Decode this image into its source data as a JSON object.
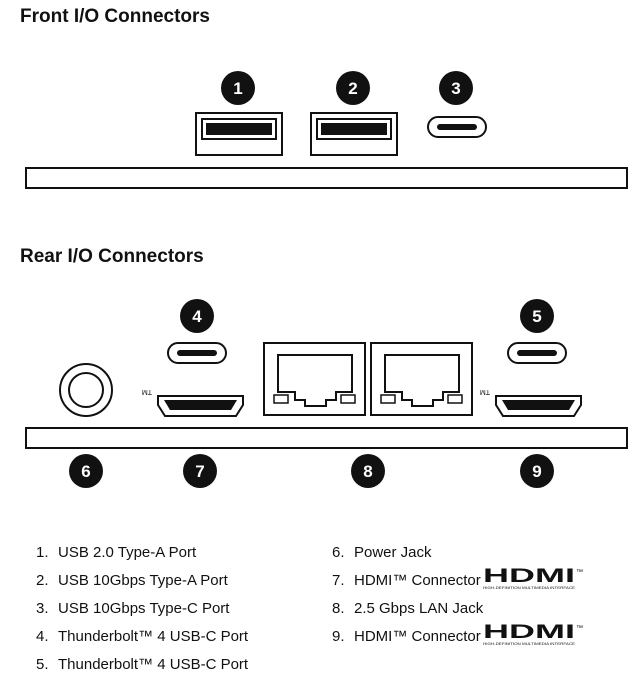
{
  "sections": {
    "front_title": "Front I/O Connectors",
    "rear_title": "Rear I/O Connectors"
  },
  "badges": {
    "front": [
      "1",
      "2",
      "3"
    ],
    "rear_top": [
      "4",
      "5"
    ],
    "rear_bottom": [
      "6",
      "7",
      "8",
      "9"
    ]
  },
  "tm_mark": "TM",
  "legend": {
    "left": [
      {
        "num": "1.",
        "label": "USB 2.0 Type-A Port"
      },
      {
        "num": "2.",
        "label": "USB 10Gbps Type-A Port"
      },
      {
        "num": "3.",
        "label": "USB 10Gbps Type-C Port"
      },
      {
        "num": "4.",
        "label": "Thunderbolt™ 4 USB-C Port"
      },
      {
        "num": "5.",
        "label": "Thunderbolt™ 4 USB-C Port"
      }
    ],
    "right": [
      {
        "num": "6.",
        "label": "Power Jack"
      },
      {
        "num": "7.",
        "label": "HDMI™ Connector"
      },
      {
        "num": "8.",
        "label": "2.5 Gbps LAN Jack"
      },
      {
        "num": "9.",
        "label": "HDMI™ Connector"
      }
    ]
  },
  "hdmi_logo": {
    "wordmark": "HDMI",
    "tm": "™",
    "tagline": "HIGH-DEFINITION MULTIMEDIA INTERFACE"
  },
  "colors": {
    "ink": "#111111",
    "badge_fill": "#111111",
    "badge_text": "#ffffff",
    "background": "#ffffff"
  }
}
